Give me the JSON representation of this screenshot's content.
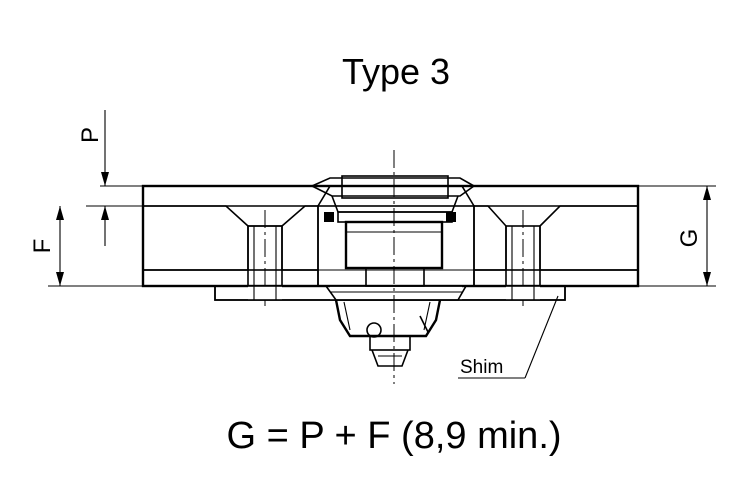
{
  "title": "Type 3",
  "formula": "G = P + F (8,9 min.)",
  "labels": {
    "p": "P",
    "f": "F",
    "g": "G",
    "shim": "Shim"
  }
}
